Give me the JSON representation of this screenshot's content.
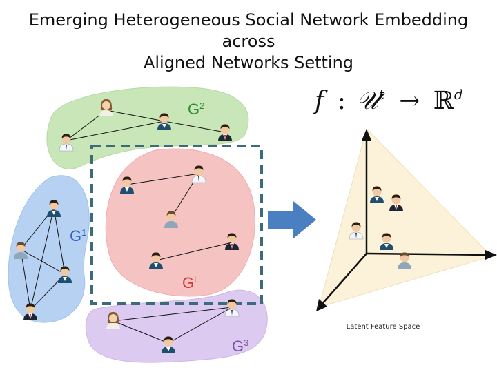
{
  "title": {
    "line1": "Emerging Heterogeneous Social Network Embedding across",
    "line2": "Aligned Networks Setting"
  },
  "networks": [
    {
      "label": "G",
      "sup": "2",
      "color": "#2e8b2e"
    },
    {
      "label": "G",
      "sup": "1",
      "color": "#2f5fbf"
    },
    {
      "label": "G",
      "sup": "t",
      "color": "#d23a3a"
    },
    {
      "label": "G",
      "sup": "3",
      "color": "#7d4fa6"
    }
  ],
  "formula": {
    "f": "f",
    "colon": ":",
    "domain": "𝒰",
    "sup": "t",
    "arrow": "→",
    "codomain": "ℝ",
    "dim": "d"
  },
  "caption": "Latent Feature Space",
  "colors": {
    "g2_fill": "#c8e6b7",
    "g1_fill": "#b7d1f2",
    "gt_fill": "#f6c3c3",
    "g3_fill": "#dccaf0",
    "dashed_box": "#3d6b7a",
    "arrow": "#4a7fc1",
    "space_fill": "#fbf2d9"
  },
  "icons": [
    "woman-icon",
    "businessman-icon",
    "casual-man-icon"
  ]
}
